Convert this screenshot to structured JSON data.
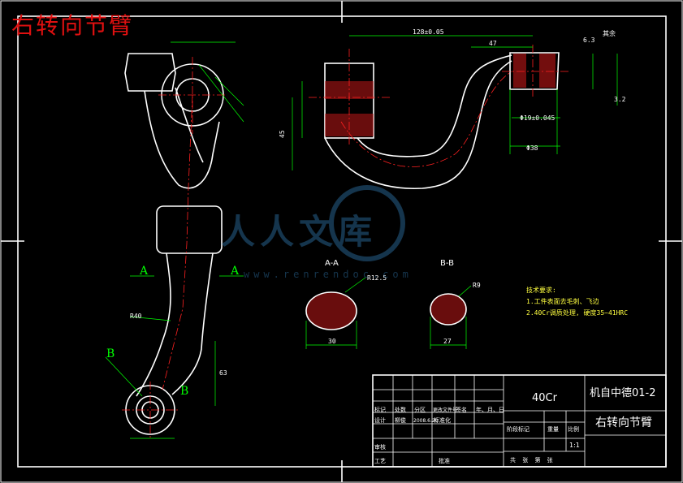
{
  "header": {
    "title": "右转向节臂"
  },
  "views": {
    "section_aa_label": "A-A",
    "section_bb_label": "B-B",
    "arrow_a": "A",
    "arrow_b": "B"
  },
  "dimensions": {
    "top_center_distance": "128±0.05",
    "offset_47": "47",
    "hole_dia": "Φ19±0.045",
    "boss_dia": "Φ38",
    "height_45": "45",
    "surface_finish_rest": "其余",
    "roughness_63": "6.3",
    "roughness_32": "3.2",
    "radius_r40": "R40",
    "length_63": "63",
    "aa_width": "30",
    "bb_width": "27",
    "aa_radius": "R12.5",
    "bb_radius": "R9"
  },
  "tech_requirements": {
    "heading": "技术要求:",
    "line1": "1.工件表面去毛刺、飞边",
    "line2": "2.40Cr调质处理, 硬度35~41HRC"
  },
  "title_block": {
    "material": "40Cr",
    "drawing_no": "机自中德01-2",
    "part_name": "右转向节臂",
    "scale": "1:1",
    "headers_row": [
      "标记",
      "处数",
      "分区",
      "更改文件号",
      "签名",
      "年、月、日"
    ],
    "design_label": "设计",
    "design_name": "柳俊",
    "design_date": "2008.6.20",
    "standardize_label": "标准化",
    "stage_mark": "阶段标记",
    "weight": "重量",
    "scale_label": "比例",
    "review_label": "审核",
    "process_label": "工艺",
    "approve_label": "批准",
    "sheet_info": "共  张  第  张"
  },
  "watermark": {
    "brand": "人人文库",
    "url": "www.renrendoc.com"
  },
  "colors": {
    "outline": "#ffffff",
    "dimension": "#00ff00",
    "centerline": "#ff2020",
    "hatch": "#c01818",
    "note": "#ffff40"
  }
}
